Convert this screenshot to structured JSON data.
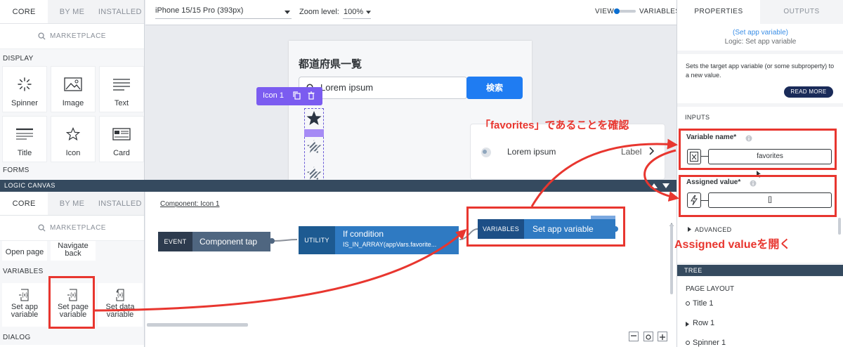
{
  "left_top": {
    "tabs": [
      "CORE",
      "BY ME",
      "INSTALLED"
    ],
    "marketplace": "MARKETPLACE",
    "display_label": "DISPLAY",
    "tiles": [
      {
        "label": "Spinner",
        "icon": "spinner-icon"
      },
      {
        "label": "Image",
        "icon": "image-icon"
      },
      {
        "label": "Text",
        "icon": "text-icon"
      },
      {
        "label": "Title",
        "icon": "title-icon"
      },
      {
        "label": "Icon",
        "icon": "star-icon"
      },
      {
        "label": "Card",
        "icon": "card-icon"
      }
    ],
    "forms_label": "FORMS"
  },
  "topbar": {
    "device": "iPhone 15/15 Pro (393px)",
    "zoom_label": "Zoom level:",
    "zoom_value": "100%",
    "view_label": "VIEW",
    "variables_label": "VARIABLES"
  },
  "canvas": {
    "heading": "都道府県一覧",
    "search_placeholder": "Lorem ipsum",
    "search_button": "検索",
    "icon_toolbar_label": "Icon 1",
    "list_item_title": "Lorem ipsum",
    "list_item_label": "Label"
  },
  "logic_bar": {
    "title": "LOGIC CANVAS"
  },
  "left_bottom": {
    "tabs": [
      "CORE",
      "BY ME",
      "INSTALLED"
    ],
    "marketplace": "MARKETPLACE",
    "items_row1": [
      "Open page",
      "Navigate back"
    ],
    "variables_label": "VARIABLES",
    "var_tiles": [
      "Set app variable",
      "Set page variable",
      "Set data variable"
    ],
    "dialog_label": "DIALOG"
  },
  "logic": {
    "component_link": "Component: Icon 1",
    "event_tag": "EVENT",
    "event_label": "Component tap",
    "utility_tag": "UTILITY",
    "utility_title": "If condition",
    "utility_sub": "IS_IN_ARRAY(appVars.favorite...",
    "variables_tag": "VARIABLES",
    "variables_label": "Set app variable"
  },
  "right": {
    "tabs": [
      "PROPERTIES",
      "OUTPUTS"
    ],
    "link_title": "(Set app variable)",
    "subtitle": "Logic: Set app variable",
    "description": "Sets the target app variable (or some subproperty) to a new value.",
    "read_more": "READ MORE",
    "inputs_label": "INPUTS",
    "variable_name_label": "Variable name*",
    "variable_name_value": "favorites",
    "assigned_value_label": "Assigned value*",
    "assigned_value_value": "[]",
    "advanced_label": "ADVANCED",
    "tree_label": "TREE",
    "page_layout_label": "PAGE LAYOUT",
    "tree_items": [
      "Title 1",
      "Row 1",
      "Spinner 1"
    ]
  },
  "annotations": {
    "top": "「favorites」であることを確認",
    "bottom": "Assigned valueを開く"
  },
  "colors": {
    "accent_red": "#e8362f",
    "primary_blue": "#1f7cf2",
    "node_dark": "#354a5f",
    "utility_blue": "#1f6fb2",
    "icon_purple": "#7b5cf0"
  }
}
